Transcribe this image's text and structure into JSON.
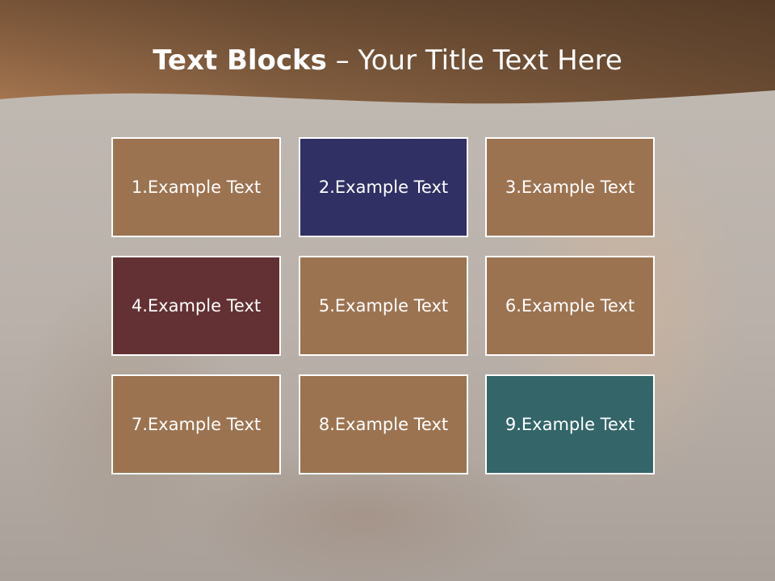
{
  "slide": {
    "title_bold": "Text Blocks",
    "title_rest": " – Your Title Text Here",
    "colors": {
      "header": "#7a5638",
      "brown_block": "#9c7351",
      "navy_block": "#313064",
      "maroon_block": "#633133",
      "teal_block": "#336569"
    },
    "blocks": [
      {
        "label": "1.Example Text",
        "color": "#9c7351"
      },
      {
        "label": "2.Example Text",
        "color": "#313064"
      },
      {
        "label": "3.Example Text",
        "color": "#9c7351"
      },
      {
        "label": "4.Example Text",
        "color": "#633133"
      },
      {
        "label": "5.Example Text",
        "color": "#9c7351"
      },
      {
        "label": "6.Example Text",
        "color": "#9c7351"
      },
      {
        "label": "7.Example Text",
        "color": "#9c7351"
      },
      {
        "label": "8.Example Text",
        "color": "#9c7351"
      },
      {
        "label": "9.Example Text",
        "color": "#336569"
      }
    ]
  }
}
